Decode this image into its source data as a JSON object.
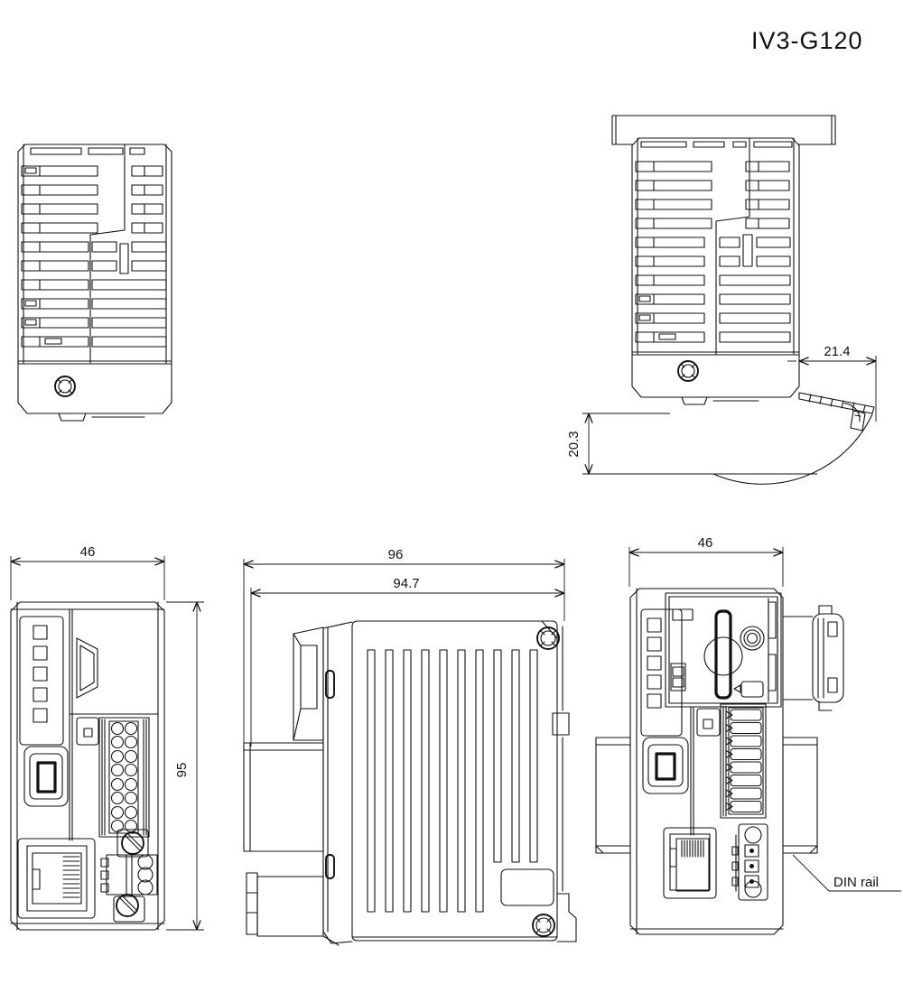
{
  "title": "IV3-G120",
  "dims": {
    "front_width": "46",
    "front_height": "95",
    "side_overall_width": "96",
    "side_body_width": "94.7",
    "latch_pullout": "21.4",
    "latch_drop": "20.3",
    "open_front_width": "46"
  },
  "labels": {
    "din_rail": "DIN rail"
  },
  "colors": {
    "line": "#111111",
    "background": "#ffffff"
  }
}
